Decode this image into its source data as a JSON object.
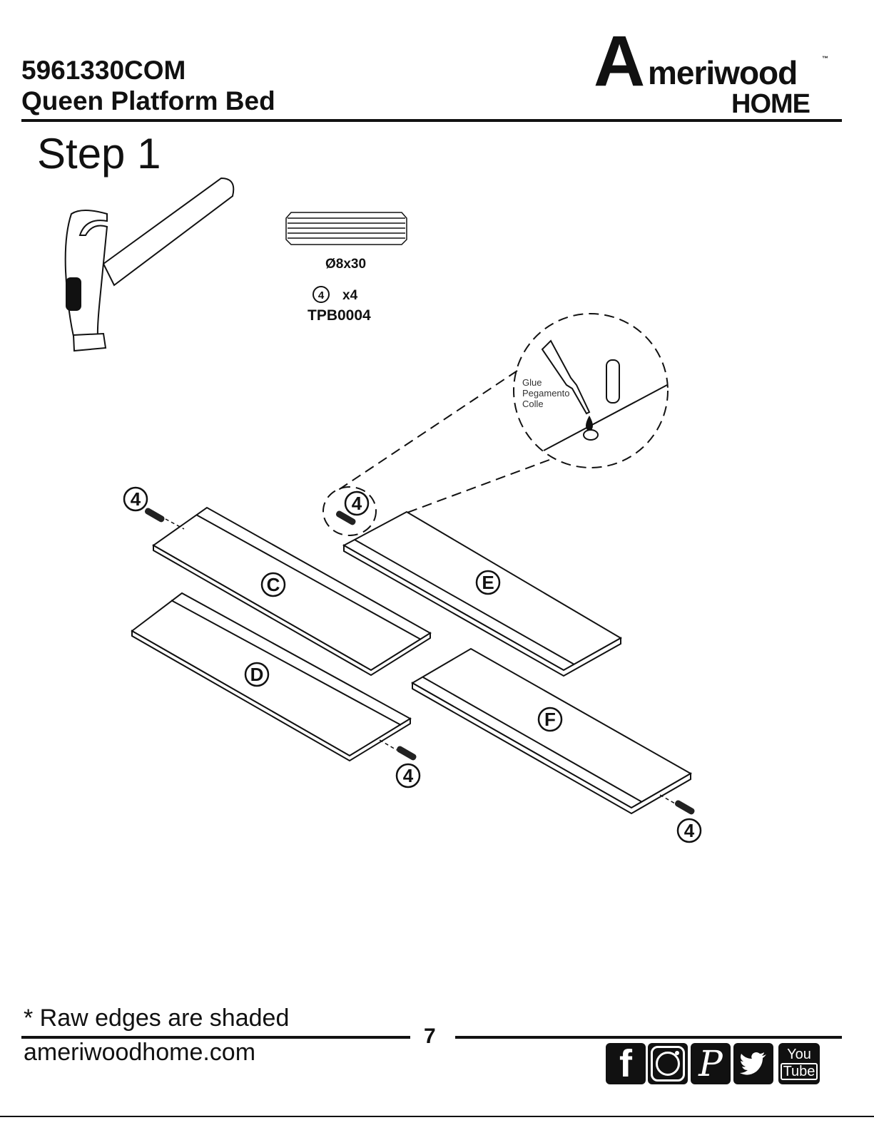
{
  "header": {
    "sku": "5961330COM",
    "product": "Queen Platform Bed",
    "logo": {
      "big_letter": "A",
      "word": "meriwood",
      "sub": "HOME",
      "tm": "™"
    }
  },
  "step": {
    "title": "Step 1"
  },
  "hardware": {
    "size": "Ø8x30",
    "ref": "4",
    "qty": "x4",
    "code": "TPB0004"
  },
  "callout": {
    "glue": [
      "Glue",
      "Pegamento",
      "Colle"
    ]
  },
  "panels": {
    "c": "C",
    "d": "D",
    "e": "E",
    "f": "F"
  },
  "dowel_ref": "4",
  "footer": {
    "note": "* Raw edges are shaded",
    "page": "7",
    "website": "ameriwoodhome.com",
    "social": [
      "facebook",
      "instagram",
      "pinterest",
      "twitter",
      "youtube"
    ],
    "youtube_top": "You",
    "youtube_bottom": "Tube",
    "facebook_letter": "f"
  }
}
